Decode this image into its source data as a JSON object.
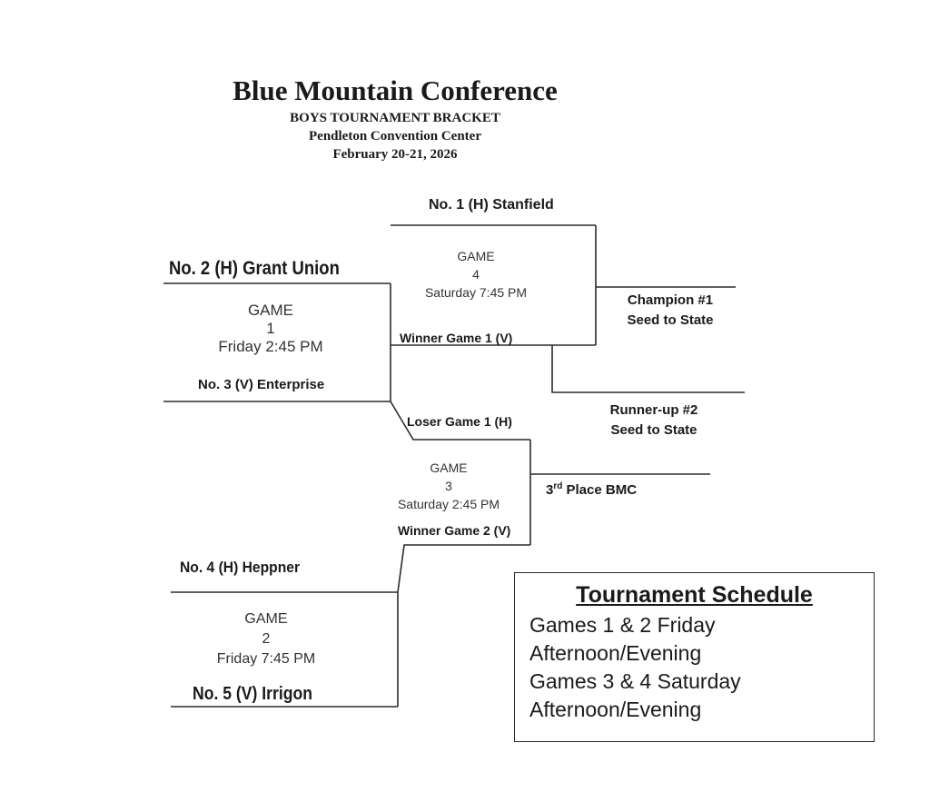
{
  "header": {
    "title": "Blue Mountain Conference",
    "subtitle": "BOYS TOURNAMENT BRACKET",
    "venue": "Pendleton Convention Center",
    "dates": "February 20-21, 2026"
  },
  "teams": {
    "seed1": "No. 1 (H) Stanfield",
    "seed2": "No. 2  (H) Grant Union",
    "seed3": "No. 3  (V) Enterprise",
    "seed4": "No. 4  (H) Heppner",
    "seed5": "No. 5 (V) Irrigon"
  },
  "games": {
    "game1": {
      "label": "GAME",
      "number": "1",
      "time": "Friday 2:45 PM"
    },
    "game2": {
      "label": "GAME",
      "number": "2",
      "time": "Friday 7:45 PM"
    },
    "game3": {
      "label": "GAME",
      "number": "3",
      "time": "Saturday 2:45 PM"
    },
    "game4": {
      "label": "GAME",
      "number": "4",
      "time": "Saturday  7:45 PM"
    }
  },
  "slots": {
    "winner_game1": "Winner Game 1 (V)",
    "loser_game1": "Loser Game 1 (H)",
    "winner_game2": "Winner Game 2 (V)"
  },
  "results": {
    "champion_line1": "Champion #1",
    "champion_line2": "Seed to State",
    "runnerup_line1": "Runner-up #2",
    "runnerup_line2": "Seed to State",
    "third_prefix": "3",
    "third_sup": "rd",
    "third_suffix": " Place BMC"
  },
  "schedule": {
    "title": "Tournament Schedule",
    "lines": [
      "Games 1 & 2 Friday",
      "Afternoon/Evening",
      "Games 3 & 4 Saturday",
      "Afternoon/Evening"
    ]
  }
}
